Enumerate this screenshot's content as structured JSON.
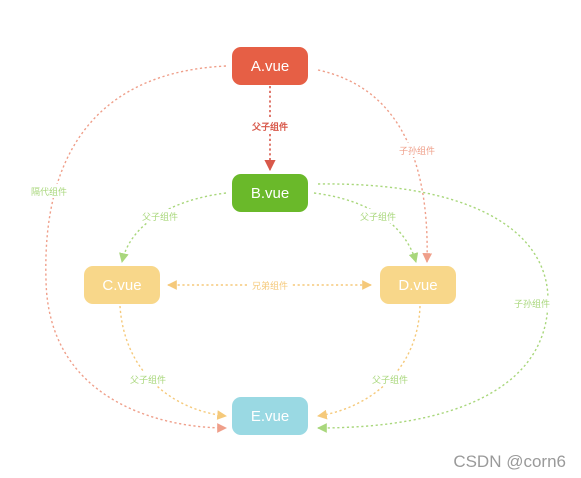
{
  "colors": {
    "a": "#e65f45",
    "b": "#6ab92a",
    "c": "#f8d78a",
    "d": "#f8d78a",
    "e": "#9ad9e3",
    "a_edge_dark": "#d8584a",
    "a_edge_light": "#ef9f8a",
    "green_edge": "#a9d77c",
    "yellow_edge": "#f5c97a",
    "node_text": "#ffffff"
  },
  "nodes": {
    "a": {
      "label": "A.vue"
    },
    "b": {
      "label": "B.vue"
    },
    "c": {
      "label": "C.vue"
    },
    "d": {
      "label": "D.vue"
    },
    "e": {
      "label": "E.vue"
    }
  },
  "edges": {
    "a_b": "父子组件",
    "a_d": "子孙组件",
    "a_e": "隔代组件",
    "b_c": "父子组件",
    "b_d": "父子组件",
    "b_e": "子孙组件",
    "c_d": "兄弟组件",
    "c_e": "父子组件",
    "d_e": "父子组件"
  },
  "watermark": "CSDN @corn6"
}
